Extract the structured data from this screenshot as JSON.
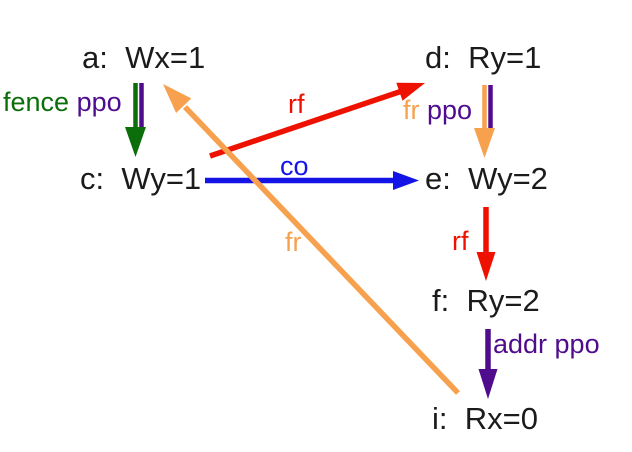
{
  "diagram": {
    "background": "#ffffff",
    "colors": {
      "rf": "#ee1100",
      "co": "#1414e6",
      "fr": "#f7a14f",
      "fence": "#0b6e0b",
      "ppo": "#4f0d8e",
      "node_text": "#1b1b1b"
    },
    "nodes": {
      "a": {
        "label": "a:  Wx=1"
      },
      "c": {
        "label": "c:  Wy=1"
      },
      "d": {
        "label": "d:  Ry=1"
      },
      "e": {
        "label": "e:  Wy=2"
      },
      "f": {
        "label": "f:  Ry=2"
      },
      "i": {
        "label": "i:  Rx=0"
      }
    },
    "edges": {
      "fence_ppo_ac": {
        "from": "a",
        "to": "c",
        "labels": [
          "fence",
          "ppo"
        ]
      },
      "rf_cd": {
        "from": "c",
        "to": "d",
        "labels": [
          "rf"
        ]
      },
      "co_ce": {
        "from": "c",
        "to": "e",
        "labels": [
          "co"
        ]
      },
      "fr_ppo_de": {
        "from": "d",
        "to": "e",
        "labels": [
          "fr",
          "ppo"
        ]
      },
      "rf_ef": {
        "from": "e",
        "to": "f",
        "labels": [
          "rf"
        ]
      },
      "addr_ppo_fi": {
        "from": "f",
        "to": "i",
        "labels": [
          "addr ppo"
        ]
      },
      "fr_ia": {
        "from": "i",
        "to": "a",
        "labels": [
          "fr"
        ]
      }
    }
  }
}
